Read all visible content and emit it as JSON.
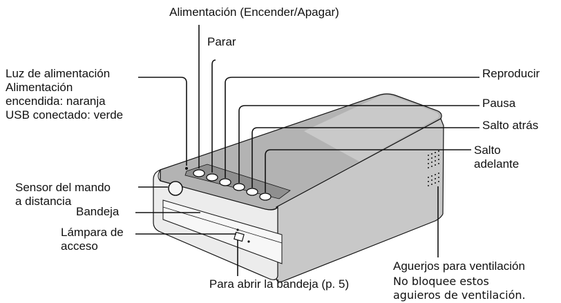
{
  "labels": {
    "power_switch": "Alimentación (Encender/Apagar)",
    "stop": "Parar",
    "power_light": "Luz de alimentación\nAlimentación\nencendida: naranja\nUSB conectado: verde",
    "play": "Reproducir",
    "pause": "Pausa",
    "skip_back": "Salto atrás",
    "skip_forward": "Salto\nadelante",
    "remote_sensor": "Sensor del mando\na distancia",
    "tray": "Bandeja",
    "access_lamp": "Lámpara de\nacceso",
    "open_tray": "Para abrir la bandeja (p. 5)",
    "vents_title": "Aguerjos para ventilación",
    "vents_note": "No bloquee estos\naguieros de ventilación."
  },
  "colors": {
    "line": "#111111",
    "device_top": "#a9a9a9",
    "device_top_light": "#d4d4d4",
    "device_front": "#eaeaea",
    "device_side": "#c2c2c2",
    "panel_dark": "#555555"
  }
}
